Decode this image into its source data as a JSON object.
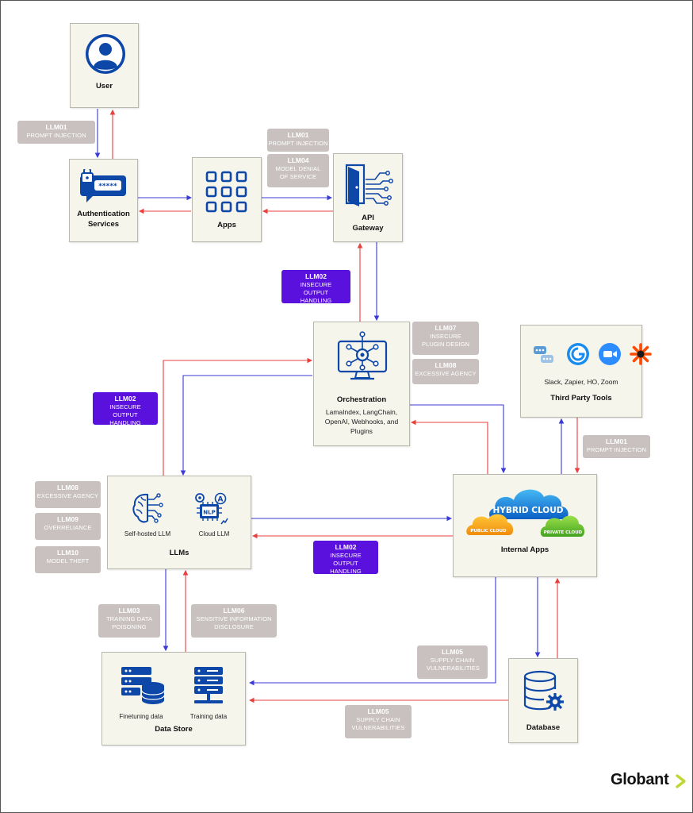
{
  "nodes": {
    "user": {
      "title": "User"
    },
    "auth": {
      "title": "Authentication Services"
    },
    "apps": {
      "title": "Apps"
    },
    "api": {
      "title": "API Gateway"
    },
    "orch": {
      "title": "Orchestration",
      "subtitle": "LamaIndex, LangChain, OpenAI, Webhooks, and Plugins"
    },
    "third": {
      "title": "Third Party Tools",
      "subtitle": "Slack, Zapier, HO, Zoom"
    },
    "llms": {
      "title": "LLMs",
      "self_hosted": "Self-hosted LLM",
      "cloud": "Cloud LLM",
      "nlp": "NLP"
    },
    "internal": {
      "title": "Internal Apps",
      "hybrid": "HYBRID CLOUD",
      "public": "PUBLIC CLOUD",
      "private": "PRIVATE CLOUD"
    },
    "datastore": {
      "title": "Data Store",
      "finetuning": "Finetuning data",
      "training": "Training data"
    },
    "database": {
      "title": "Database"
    }
  },
  "tags": [
    {
      "id": "t1",
      "code": "LLM01",
      "desc": "PROMPT INJECTION",
      "style": "gray"
    },
    {
      "id": "t2",
      "code": "LLM01",
      "desc": "PROMPT INJECTION",
      "style": "gray"
    },
    {
      "id": "t3",
      "code": "LLM04",
      "desc": "MODEL DENIAL OF SERVICE",
      "style": "gray"
    },
    {
      "id": "t4",
      "code": "LLM02",
      "desc": "INSECURE OUTPUT HANDLING",
      "style": "purple"
    },
    {
      "id": "t5",
      "code": "LLM07",
      "desc": "INSECURE PLUGIN DESIGN",
      "style": "gray"
    },
    {
      "id": "t6",
      "code": "LLM08",
      "desc": "EXCESSIVE AGENCY",
      "style": "gray"
    },
    {
      "id": "t7",
      "code": "LLM02",
      "desc": "INSECURE OUTPUT HANDLING",
      "style": "purple"
    },
    {
      "id": "t8",
      "code": "LLM01",
      "desc": "PROMPT INJECTION",
      "style": "gray"
    },
    {
      "id": "t9",
      "code": "LLM08",
      "desc": "EXCESSIVE AGENCY",
      "style": "gray"
    },
    {
      "id": "t10",
      "code": "LLM09",
      "desc": "OVERRELIANCE",
      "style": "gray"
    },
    {
      "id": "t11",
      "code": "LLM10",
      "desc": "MODEL THEFT",
      "style": "gray"
    },
    {
      "id": "t12",
      "code": "LLM02",
      "desc": "INSECURE OUTPUT HANDLING",
      "style": "purple"
    },
    {
      "id": "t13",
      "code": "LLM03",
      "desc": "TRAINING DATA POISONING",
      "style": "gray"
    },
    {
      "id": "t14",
      "code": "LLM06",
      "desc": "SENSITIVE INFORMATION DISCLOSURE",
      "style": "gray"
    },
    {
      "id": "t15",
      "code": "LLM05",
      "desc": "SUPPLY CHAIN VULNERABILITIES",
      "style": "gray"
    },
    {
      "id": "t16",
      "code": "LLM05",
      "desc": "SUPPLY CHAIN VULNERABILITIES",
      "style": "gray"
    }
  ],
  "brand": {
    "name": "Globant"
  },
  "colors": {
    "arrow_request": "#3a3ad6",
    "arrow_response": "#e8403c",
    "node_bg": "#f6f5ec",
    "tag_gray": "#c8c1c0",
    "tag_purple": "#5a11dd",
    "icon_blue": "#0d47a8",
    "brand_green": "#bfd730"
  }
}
